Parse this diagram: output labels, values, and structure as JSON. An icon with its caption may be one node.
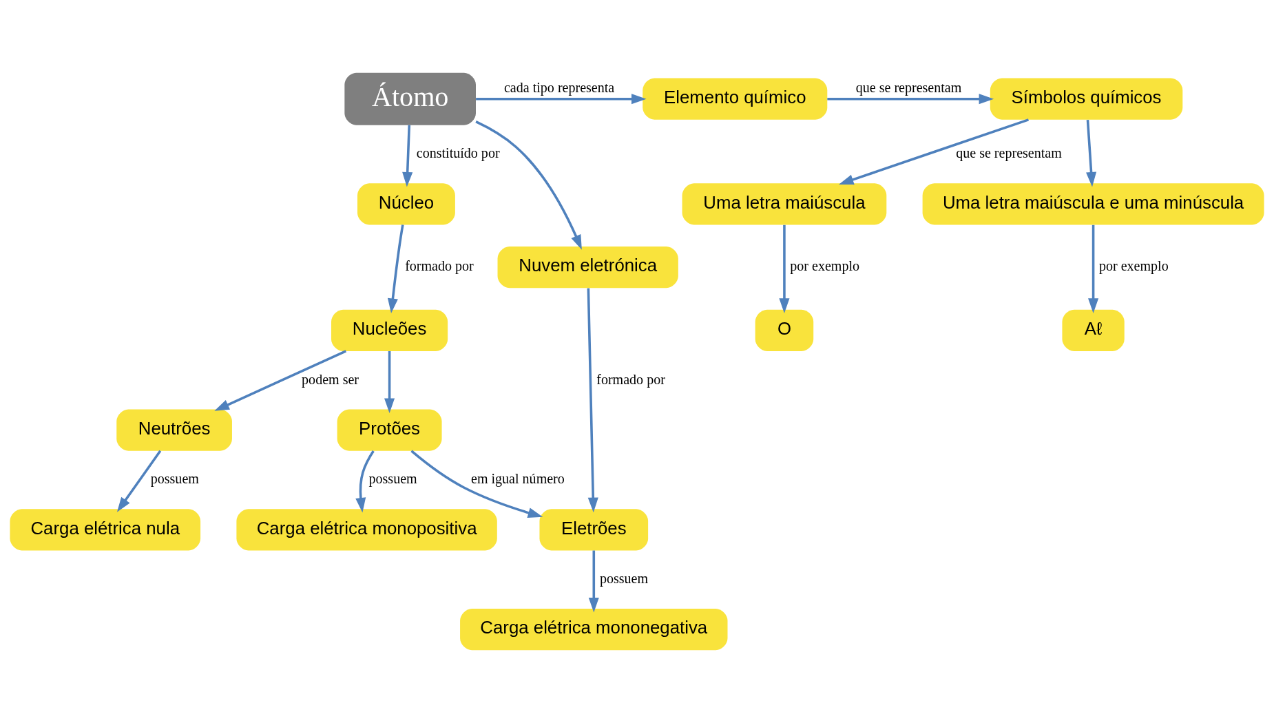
{
  "diagram": {
    "nodes": [
      {
        "text": [
          "Átomo"
        ]
      },
      {
        "text": [
          "Elemento químico"
        ]
      },
      {
        "text": [
          "Símbolos químicos"
        ]
      },
      {
        "text": [
          "Núcleo"
        ]
      },
      {
        "text": [
          "Nuvem eletrónica"
        ]
      },
      {
        "text": [
          "Nucleões"
        ]
      },
      {
        "text": [
          "Eletrões"
        ]
      },
      {
        "text": [
          "Neutrões"
        ]
      },
      {
        "text": [
          "Protões"
        ]
      },
      {
        "text": [
          "Carga elétrica nula"
        ]
      },
      {
        "text": [
          "Carga elétrica monopositiva"
        ]
      },
      {
        "text": [
          "Carga elétrica mononegativa"
        ]
      },
      {
        "text": [
          "Uma letra maiúscula"
        ]
      },
      {
        "text": [
          "Uma letra maiúscula e uma minúscula"
        ]
      },
      {
        "text": [
          "O"
        ]
      },
      {
        "text": [
          "Aℓ"
        ]
      }
    ],
    "edges": [
      {
        "from": 0,
        "to": 1,
        "arrow": "to",
        "label": "cada tipo representa"
      },
      {
        "from": 1,
        "to": 2,
        "arrow": "to",
        "label": "que se representam"
      },
      {
        "from": 0,
        "to": 3,
        "arrow": "to",
        "label": "constituído por"
      },
      {
        "from": 0,
        "to": 4,
        "arrow": "to"
      },
      {
        "from": 3,
        "to": 5,
        "arrow": "to",
        "label": "formado por"
      },
      {
        "from": 4,
        "to": 6,
        "arrow": "to",
        "label": "formado por"
      },
      {
        "from": 5,
        "to": 7,
        "arrow": "to",
        "label": "podem ser"
      },
      {
        "from": 5,
        "to": 8,
        "arrow": "to"
      },
      {
        "from": 8,
        "to": 6,
        "arrow": "to",
        "label": "em igual número"
      },
      {
        "from": 6,
        "to": 11,
        "arrow": "to",
        "label": "possuem"
      },
      {
        "from": 7,
        "to": 9,
        "arrow": "to",
        "label": "possuem"
      },
      {
        "from": 8,
        "to": 10,
        "arrow": "to",
        "label": "possuem"
      },
      {
        "from": 2,
        "to": 12,
        "arrow": "to",
        "label": "que se representam"
      },
      {
        "from": 2,
        "to": 13,
        "arrow": "to"
      },
      {
        "from": 12,
        "to": 14,
        "arrow": "to",
        "label": "por exemplo"
      },
      {
        "from": 13,
        "to": 15,
        "arrow": "to",
        "label": "por exemplo"
      }
    ]
  }
}
